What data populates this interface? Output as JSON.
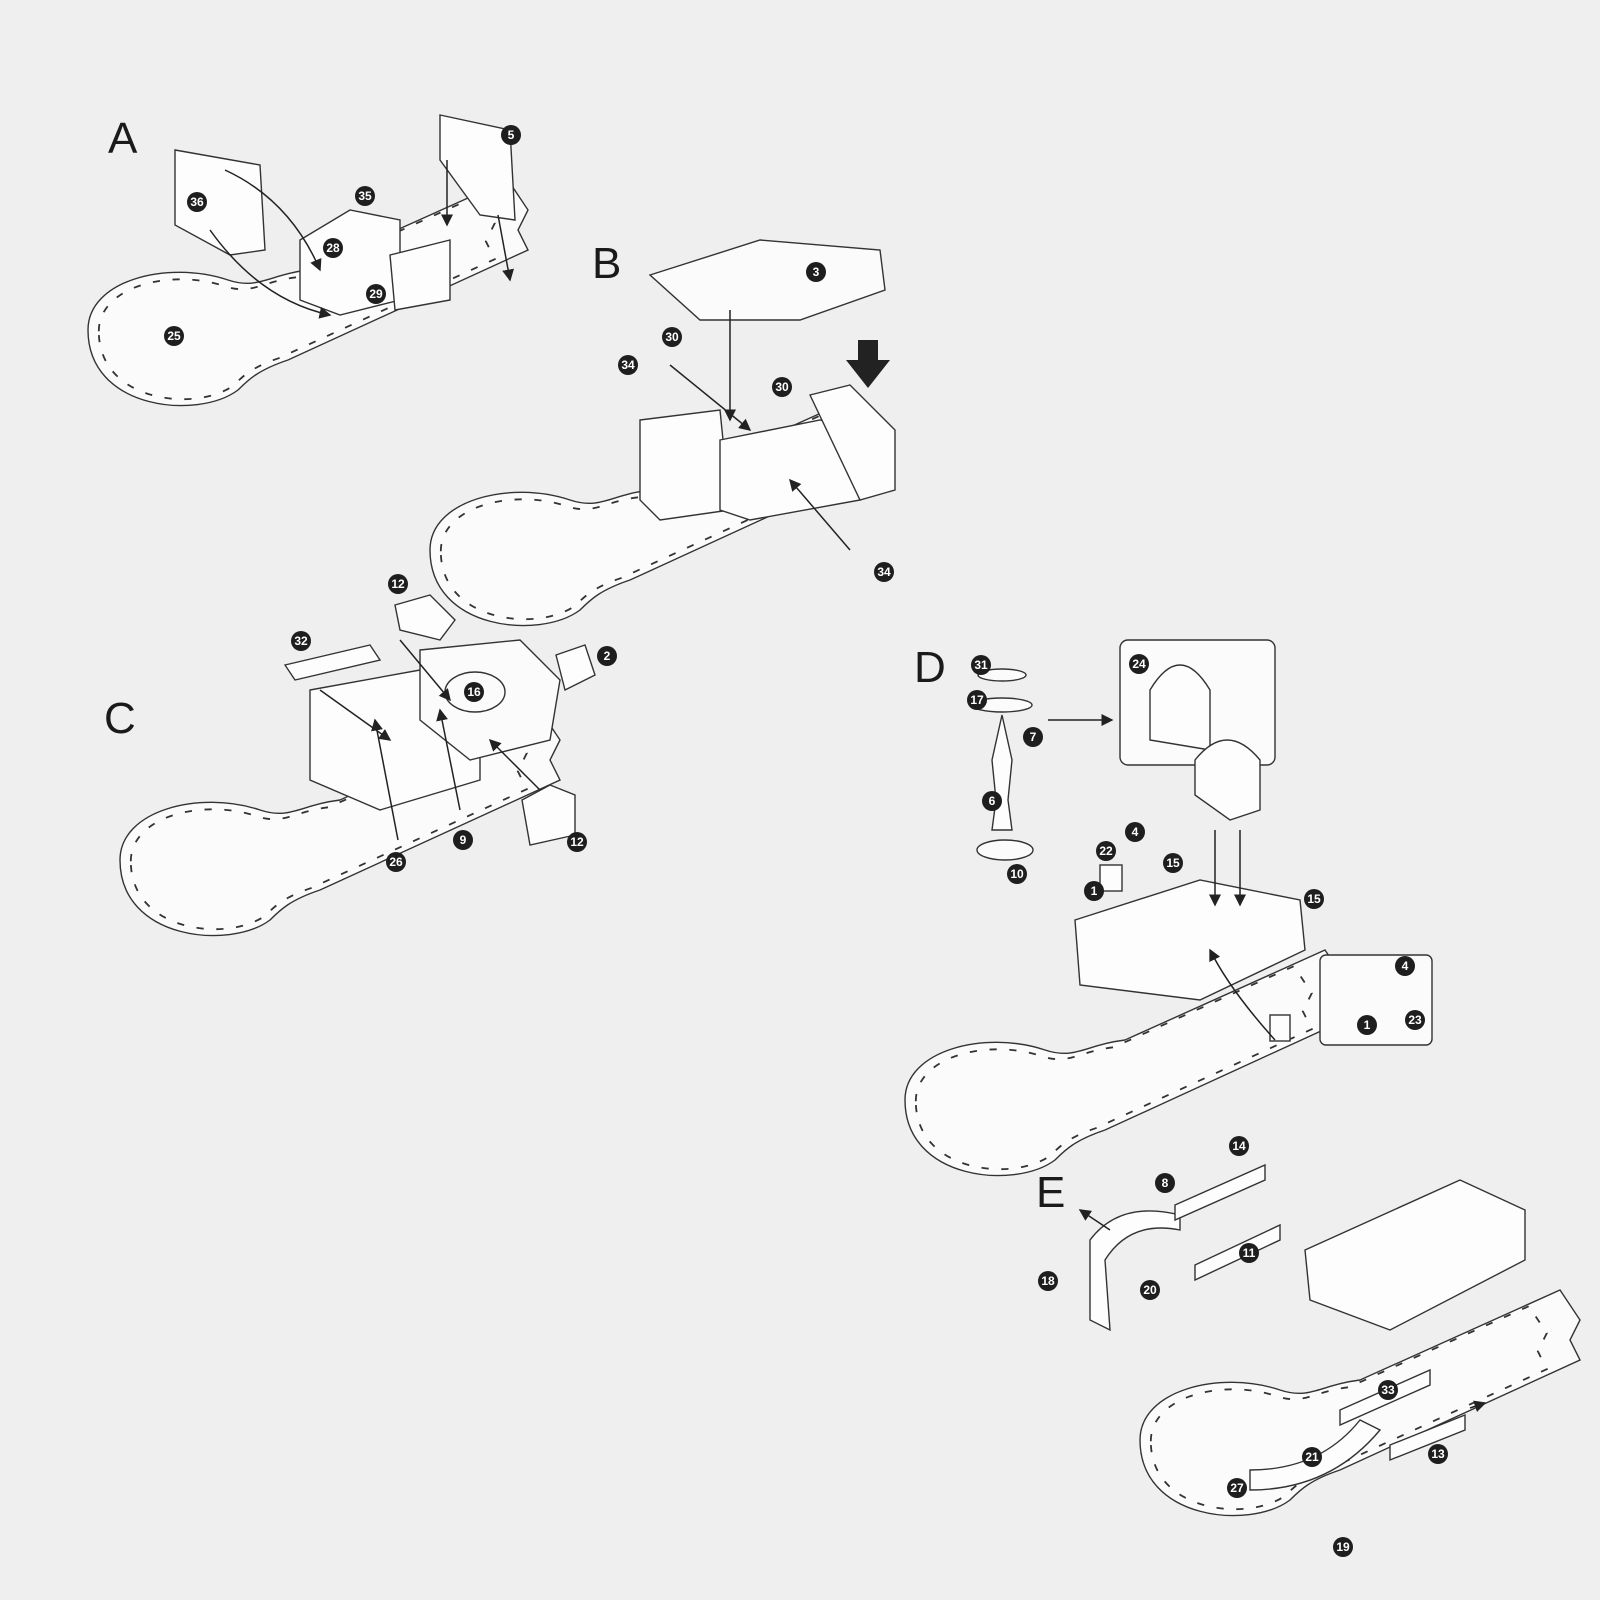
{
  "steps": [
    {
      "letter": "A",
      "parts": [
        "5",
        "36",
        "35",
        "28",
        "29",
        "25"
      ]
    },
    {
      "letter": "B",
      "parts": [
        "3",
        "30",
        "30",
        "34",
        "34"
      ]
    },
    {
      "letter": "C",
      "parts": [
        "12",
        "32",
        "2",
        "16",
        "12",
        "9",
        "26"
      ]
    },
    {
      "letter": "D",
      "parts": [
        "31",
        "17",
        "7",
        "6",
        "10",
        "24",
        "4",
        "22",
        "1",
        "15",
        "15",
        "4",
        "23",
        "1"
      ]
    },
    {
      "letter": "E",
      "parts": [
        "14",
        "8",
        "11",
        "18",
        "20",
        "33",
        "21",
        "13",
        "27",
        "19"
      ]
    }
  ]
}
